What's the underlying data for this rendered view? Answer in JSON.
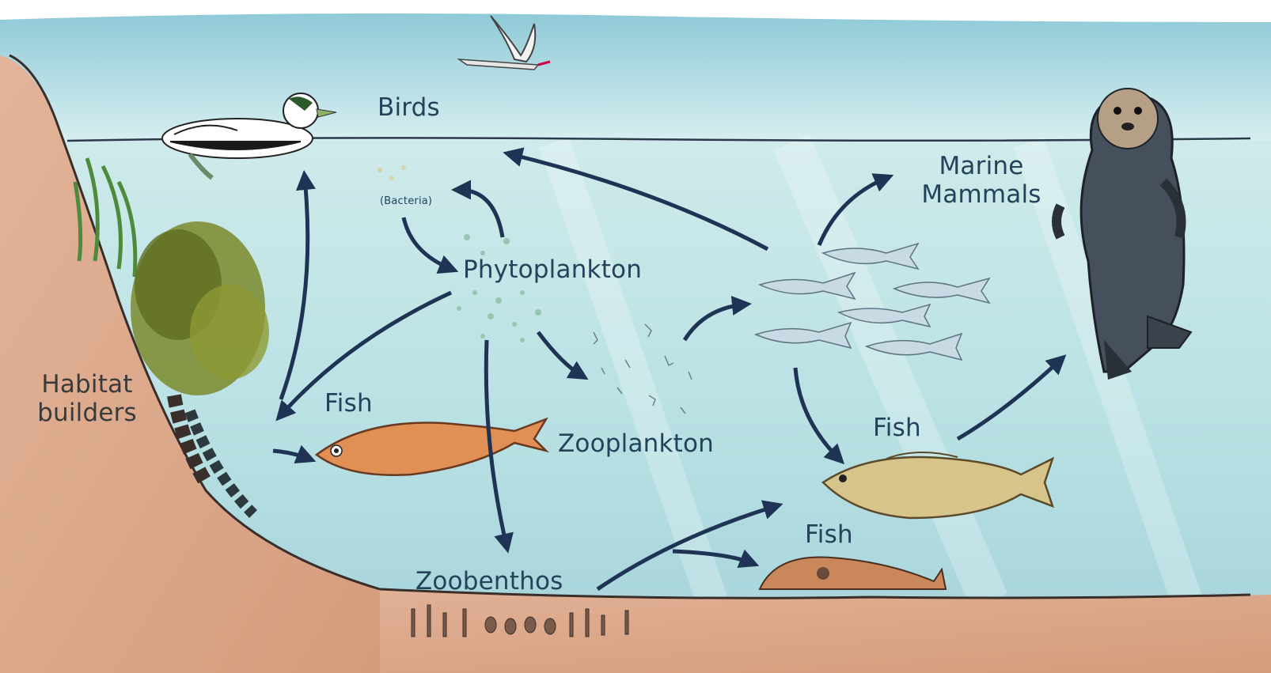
{
  "labels": {
    "birds": "Birds",
    "marine_mammals_line1": "Marine",
    "marine_mammals_line2": "Mammals",
    "bacteria": "(Bacteria)",
    "phytoplankton": "Phytoplankton",
    "zooplankton": "Zooplankton",
    "fish_left": "Fish",
    "fish_right_mid": "Fish",
    "fish_right_bottom": "Fish",
    "zoobenthos": "Zoobenthos",
    "habitat_line1": "Habitat",
    "habitat_line2": "builders"
  },
  "colors": {
    "sky": "#9fd3df",
    "water": "#bfe3e3",
    "sediment": "#d9a98a",
    "arrow": "#1f3354",
    "label": "#24425a"
  },
  "icons": [
    "bird-eider-icon",
    "bird-tern-icon",
    "seal-icon",
    "herring-school-icon",
    "flatfish-icon",
    "cod-icon",
    "sculpin-icon",
    "seaweed-icon",
    "plankton-icon"
  ]
}
